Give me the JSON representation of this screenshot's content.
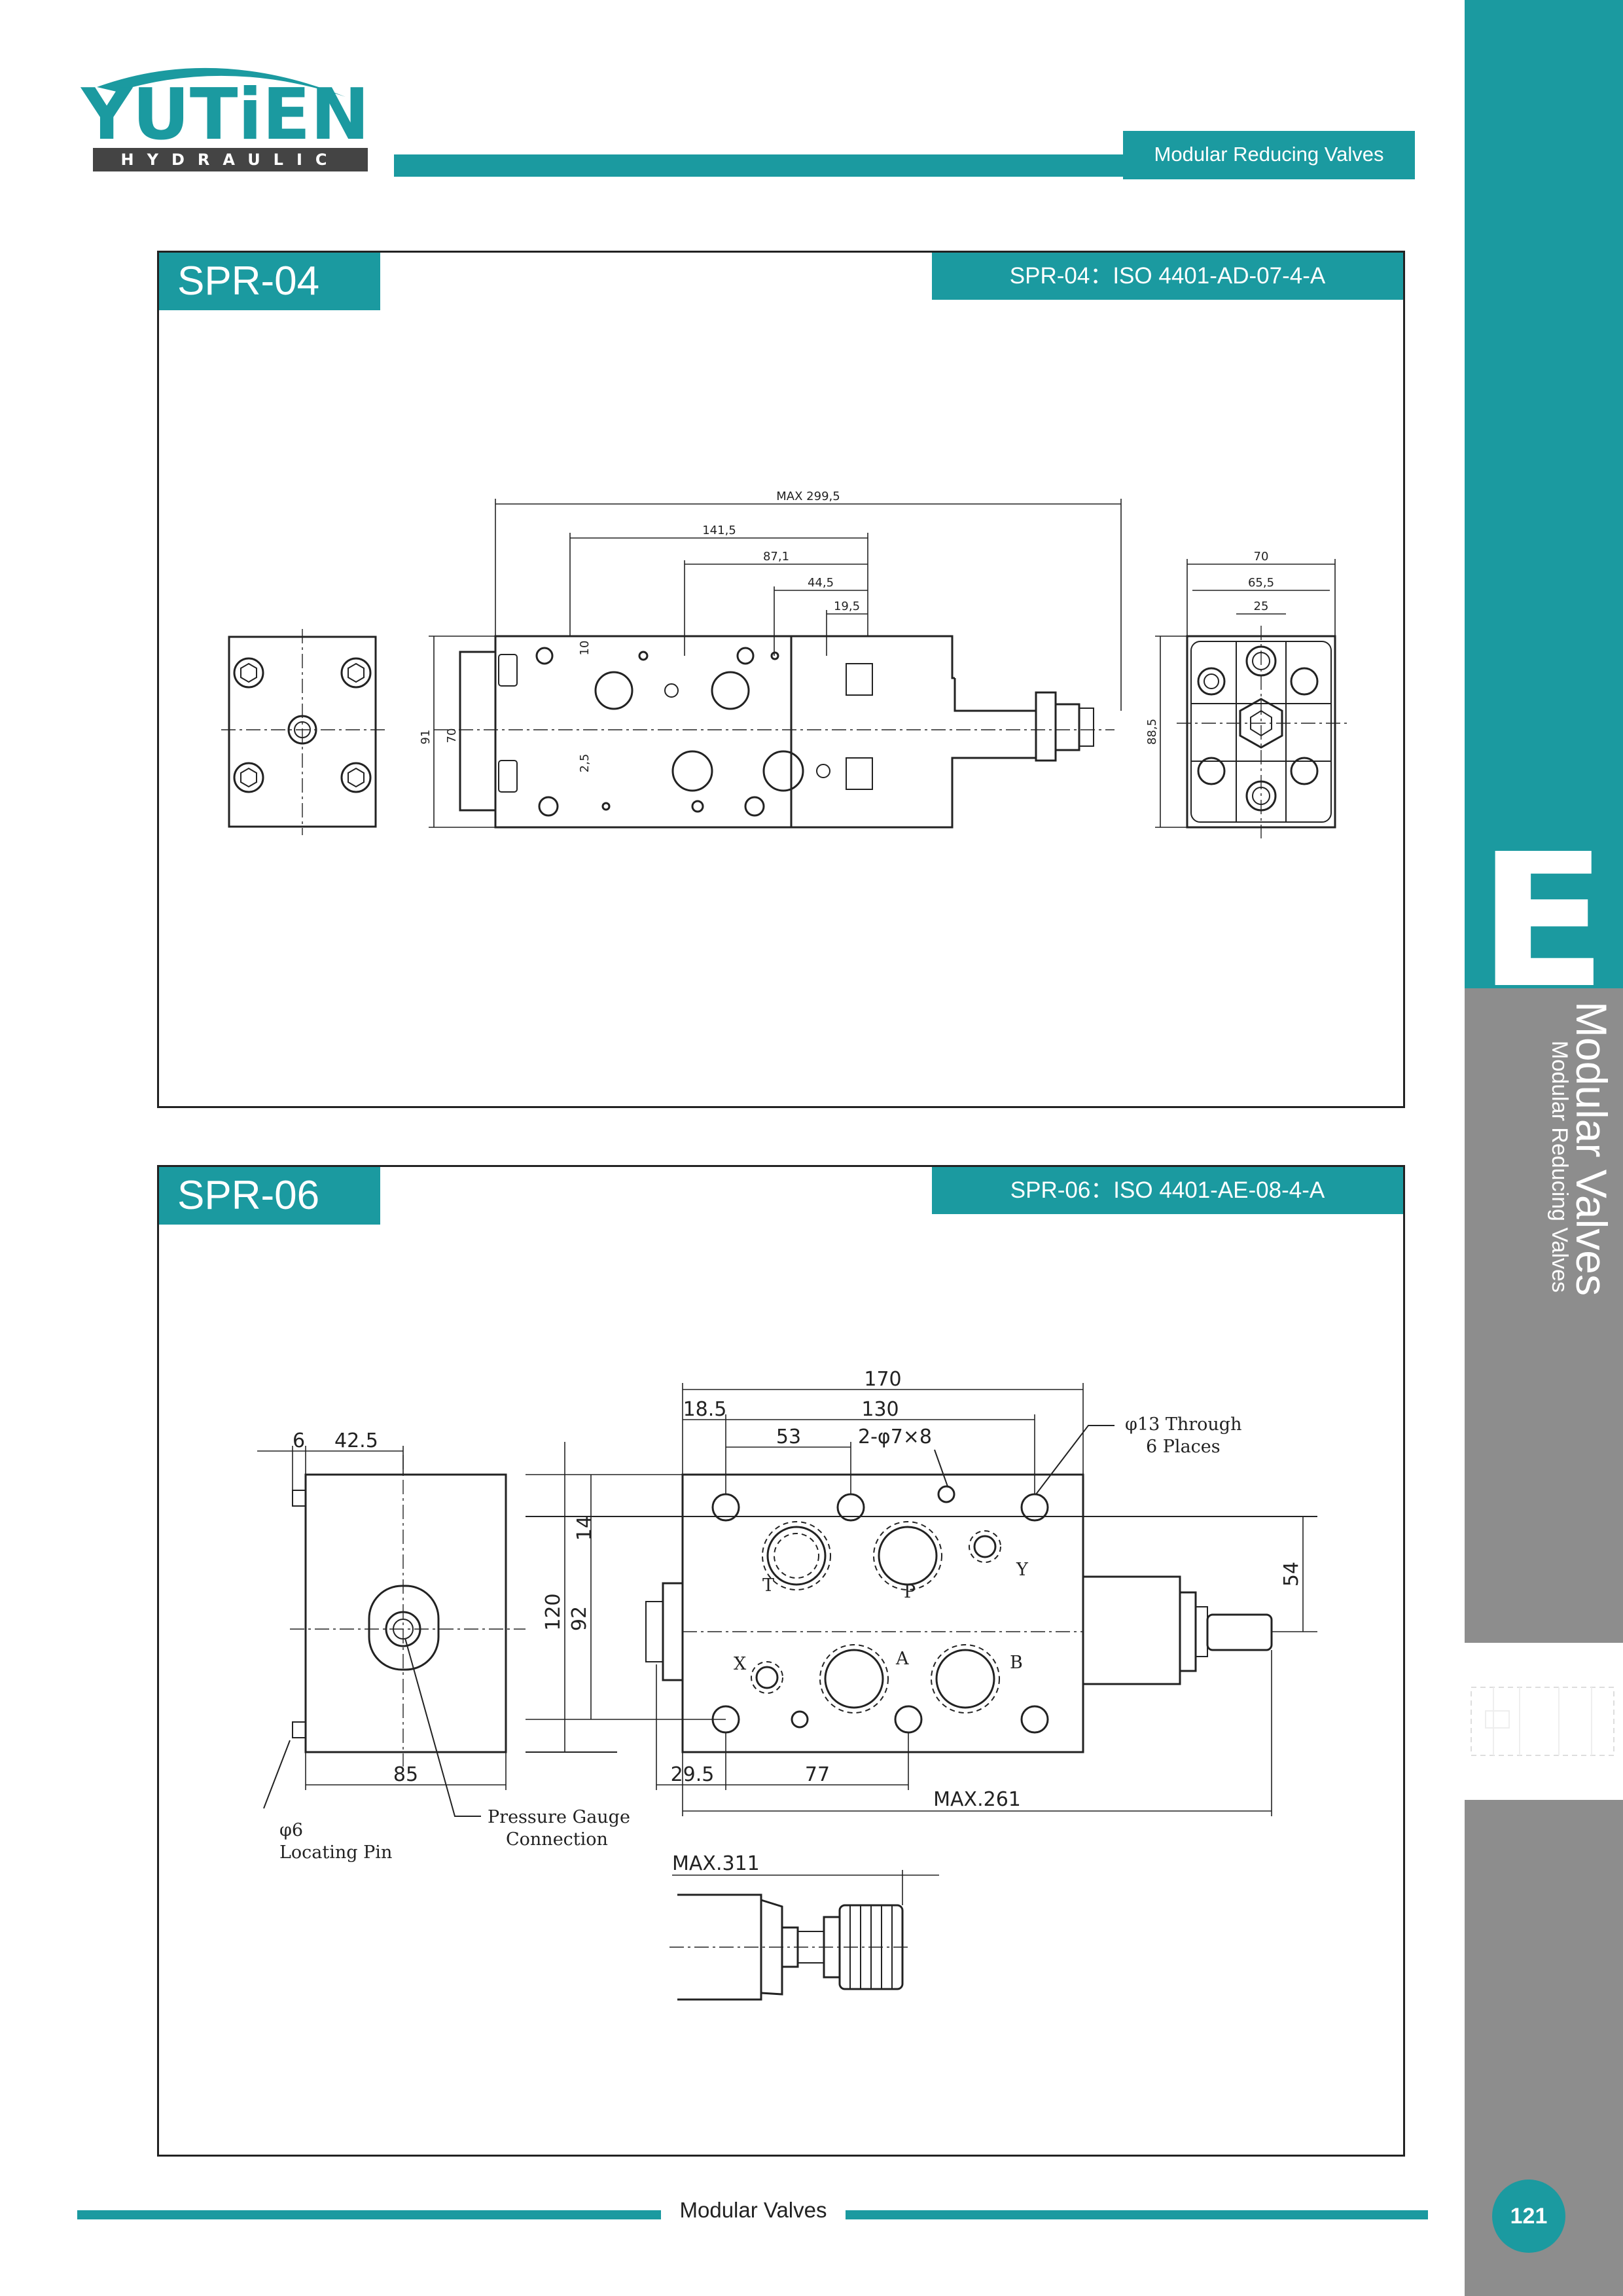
{
  "brand": {
    "name": "YUTiEN",
    "sub": "HYDRAULIC",
    "color": "#1b9aa0"
  },
  "header": {
    "section_tag": "Modular Reducing Valves"
  },
  "side_tab": {
    "letter": "E",
    "title": "Modular Valves",
    "subtitle": "Modular Reducing Valves"
  },
  "panels": [
    {
      "model": "SPR-04",
      "standard": "SPR-04：ISO 4401-AD-07-4-A",
      "dims": {
        "max_len": "MAX 299,5",
        "d1": "141,5",
        "d2": "87,1",
        "d3": "44,5",
        "d4": "19,5",
        "h1": "91",
        "h2": "70",
        "v1": "10",
        "v2": "2,5",
        "w1": "70",
        "w2": "65,5",
        "w3": "25",
        "h3": "88,5"
      }
    },
    {
      "model": "SPR-06",
      "standard": "SPR-06：ISO 4401-AE-08-4-A",
      "dims": {
        "d170": "170",
        "d18_5": "18.5",
        "d130": "130",
        "d53": "53",
        "holes": "2-φ7×8",
        "d6": "6",
        "d42_5": "42.5",
        "d14": "14",
        "d120": "120",
        "d92": "92",
        "d54": "54",
        "d85": "85",
        "d29_5": "29.5",
        "d77": "77",
        "max261": "MAX.261",
        "max311": "MAX.311"
      },
      "ports": {
        "T": "T",
        "P": "P",
        "Y": "Y",
        "X": "X",
        "A": "A",
        "B": "B"
      },
      "notes": {
        "through1": "φ13 Through",
        "through2": "6 Places",
        "pin1": "φ6",
        "pin2": "Locating Pin",
        "gauge1": "Pressure Gauge",
        "gauge2": "Connection"
      }
    }
  ],
  "footer": {
    "label": "Modular Valves",
    "page": "121"
  }
}
